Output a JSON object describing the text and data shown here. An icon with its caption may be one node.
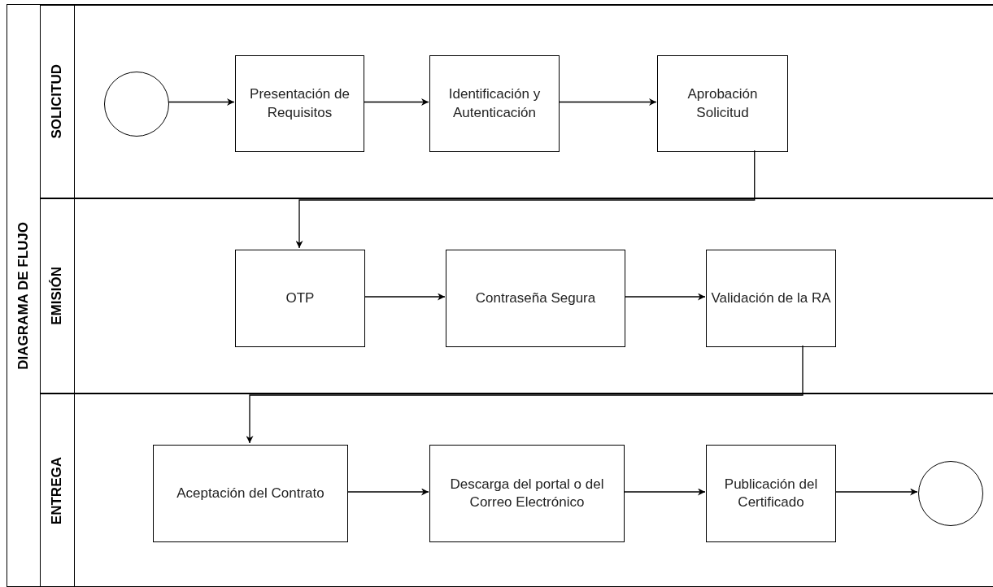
{
  "diagram": {
    "nodes": [
      {
        "text": [
          "DIAGRAMA DE FLUJO"
        ]
      },
      {
        "text": [
          "SOLICITUD"
        ],
        "in": 0
      },
      {
        "text": [],
        "shape": "circle",
        "in": 1
      },
      {
        "text": [
          "Presentación de Requisitos"
        ],
        "in": 1
      },
      {
        "text": [
          "Identificación y Autenticación"
        ],
        "in": 1
      },
      {
        "text": [
          "Aprobación Solicitud"
        ],
        "in": 1
      },
      {
        "text": [
          "EMISIÓN"
        ],
        "in": 0
      },
      {
        "text": [
          "OTP"
        ],
        "in": 6
      },
      {
        "text": [
          "Contraseña Segura"
        ],
        "in": 6
      },
      {
        "text": [
          "Validación de la RA"
        ],
        "in": 6
      },
      {
        "text": [
          "ENTREGA"
        ],
        "in": 0
      },
      {
        "text": [
          "Aceptación del Contrato"
        ],
        "in": 10
      },
      {
        "text": [
          "Descarga del portal o del Correo Electrónico"
        ],
        "in": 10
      },
      {
        "text": [
          "Publicación del Certificado"
        ],
        "in": 10
      },
      {
        "text": [],
        "shape": "circle",
        "in": 10
      }
    ],
    "edges": [
      {
        "from": 2,
        "to": 3,
        "arrow": "to"
      },
      {
        "from": 3,
        "to": 4,
        "arrow": "to"
      },
      {
        "from": 4,
        "to": 5,
        "arrow": "to"
      },
      {
        "from": 5,
        "to": 7,
        "arrow": "to"
      },
      {
        "from": 7,
        "to": 8,
        "arrow": "to"
      },
      {
        "from": 8,
        "to": 9,
        "arrow": "to"
      },
      {
        "from": 9,
        "to": 11,
        "arrow": "to"
      },
      {
        "from": 11,
        "to": 12,
        "arrow": "to"
      },
      {
        "from": 12,
        "to": 13,
        "arrow": "to"
      },
      {
        "from": 13,
        "to": 14,
        "arrow": "to"
      }
    ]
  }
}
